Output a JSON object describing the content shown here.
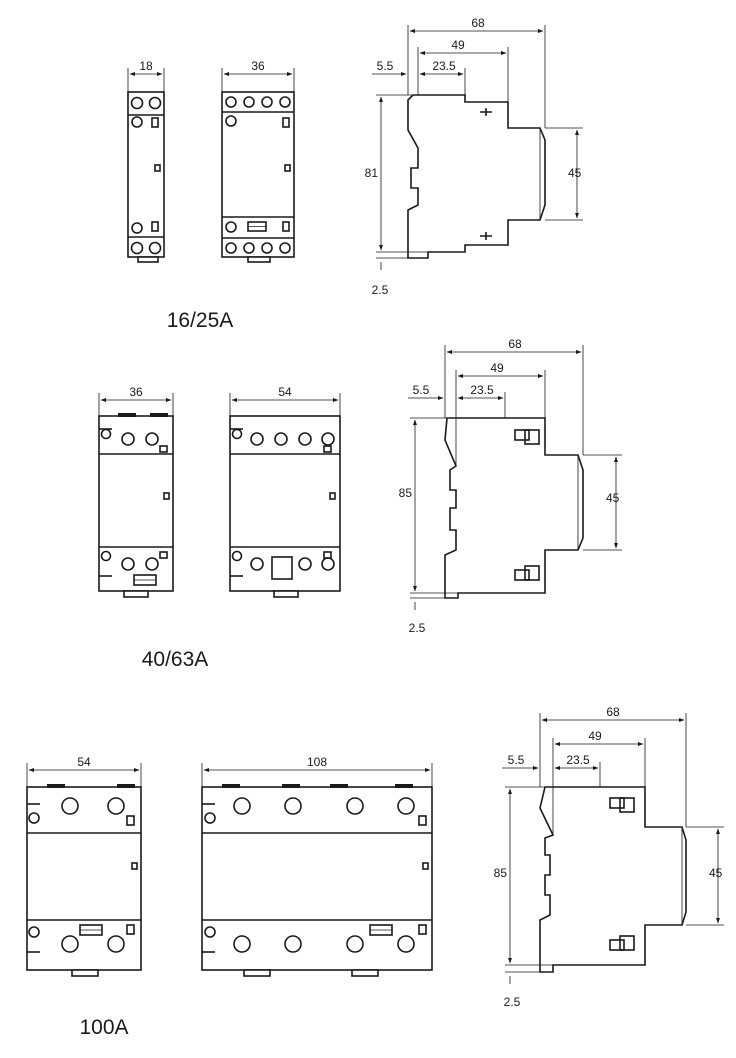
{
  "colors": {
    "line": "#1a1a1a",
    "background": "#ffffff"
  },
  "groups": [
    {
      "caption": "16/25A",
      "front_small_width": "18",
      "front_large_width": "36",
      "side": {
        "overall_depth": "68",
        "mid_depth": "49",
        "rail_depth": "23.5",
        "offset": "5.5",
        "height": "81",
        "face_height": "45",
        "foot": "2.5"
      }
    },
    {
      "caption": "40/63A",
      "front_small_width": "36",
      "front_large_width": "54",
      "side": {
        "overall_depth": "68",
        "mid_depth": "49",
        "rail_depth": "23.5",
        "offset": "5.5",
        "height": "85",
        "face_height": "45",
        "foot": "2.5"
      }
    },
    {
      "caption": "100A",
      "front_small_width": "54",
      "front_large_width": "108",
      "side": {
        "overall_depth": "68",
        "mid_depth": "49",
        "rail_depth": "23.5",
        "offset": "5.5",
        "height": "85",
        "face_height": "45",
        "foot": "2.5"
      }
    }
  ]
}
